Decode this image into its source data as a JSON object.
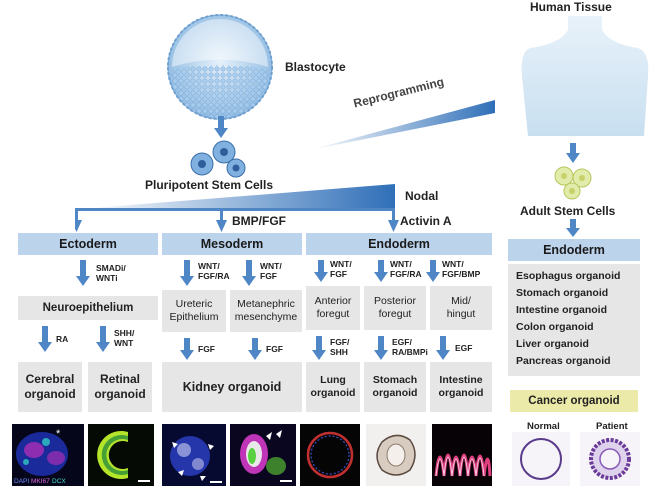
{
  "top": {
    "human_tissue": "Human Tissue",
    "blastocyte": "Blastocyte",
    "reprogramming": "Reprogramming",
    "pluripotent": "Pluripotent Stem Cells",
    "nodal": "Nodal",
    "bmp_fgf": "BMP/FGF",
    "activin": "Activin A",
    "adult_stem": "Adult Stem Cells"
  },
  "germ_layers": {
    "ectoderm": "Ectoderm",
    "mesoderm": "Mesoderm",
    "endoderm": "Endoderm",
    "adult_endoderm": "Endoderm"
  },
  "ecto": {
    "signal1": "SMADi/\nWNTi",
    "neuro": "Neuroepithelium",
    "signal_ra": "RA",
    "signal_shh": "SHH/\nWNT",
    "cerebral": "Cerebral organoid",
    "retinal": "Retinal organoid"
  },
  "meso": {
    "sig_a": "WNT/\nFGF/RA",
    "sig_b": "WNT/\nFGF",
    "ureteric": "Ureteric Epithelium",
    "metanephric": "Metanephric mesenchyme",
    "fgf1": "FGF",
    "fgf2": "FGF",
    "kidney": "Kidney organoid"
  },
  "endo": {
    "sig_a": "WNT/\nFGF",
    "sig_b": "WNT/\nFGF/RA",
    "sig_c": "WNT/\nFGF/BMP",
    "anterior": "Anterior foregut",
    "posterior": "Posterior foregut",
    "mid": "Mid/\nhingut",
    "sig_d": "FGF/\nSHH",
    "sig_e": "EGF/\nRA/BMPi",
    "sig_f": "EGF",
    "lung": "Lung organoid",
    "stomach": "Stomach organoid",
    "intestine": "Intestine organoid"
  },
  "adult": {
    "organoids": [
      "Esophagus organoid",
      "Stomach organoid",
      "Intestine organoid",
      "Colon organoid",
      "Liver organoid",
      "Pancreas organoid"
    ],
    "cancer": "Cancer organoid",
    "normal": "Normal",
    "patient": "Patient"
  },
  "image_labels": {
    "dapi": "DAPI",
    "mki67": "MKI67",
    "dcx": "DCX",
    "star": "*"
  },
  "colors": {
    "header_blue": "#bcd3ec",
    "arrow_blue": "#4f86c6",
    "grey_box": "#e6e6e6",
    "cancer_yellow": "#eceaa8"
  }
}
